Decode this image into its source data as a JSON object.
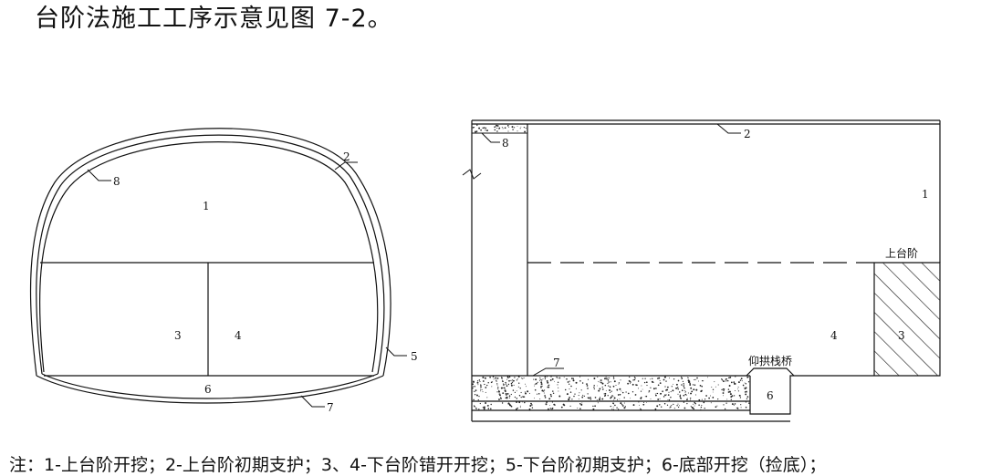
{
  "heading": "台阶法施工工序示意见图 7-2。",
  "note": "注：1-上台阶开挖；2-上台阶初期支护；3、4-下台阶错开开挖；5-下台阶初期支护；6-底部开挖（捡底）；",
  "cross_section": {
    "label_1": "1",
    "label_2": "2",
    "label_3": "3",
    "label_4": "4",
    "label_5": "5",
    "label_6": "6",
    "label_7": "7",
    "label_8": "8"
  },
  "longitudinal_section": {
    "label_1": "1",
    "label_2": "2",
    "label_3": "3",
    "label_4": "4",
    "label_6": "6",
    "label_7": "7",
    "label_8": "8",
    "upper_bench_label": "上台阶",
    "invert_trestle_label": "仰拱栈桥"
  }
}
